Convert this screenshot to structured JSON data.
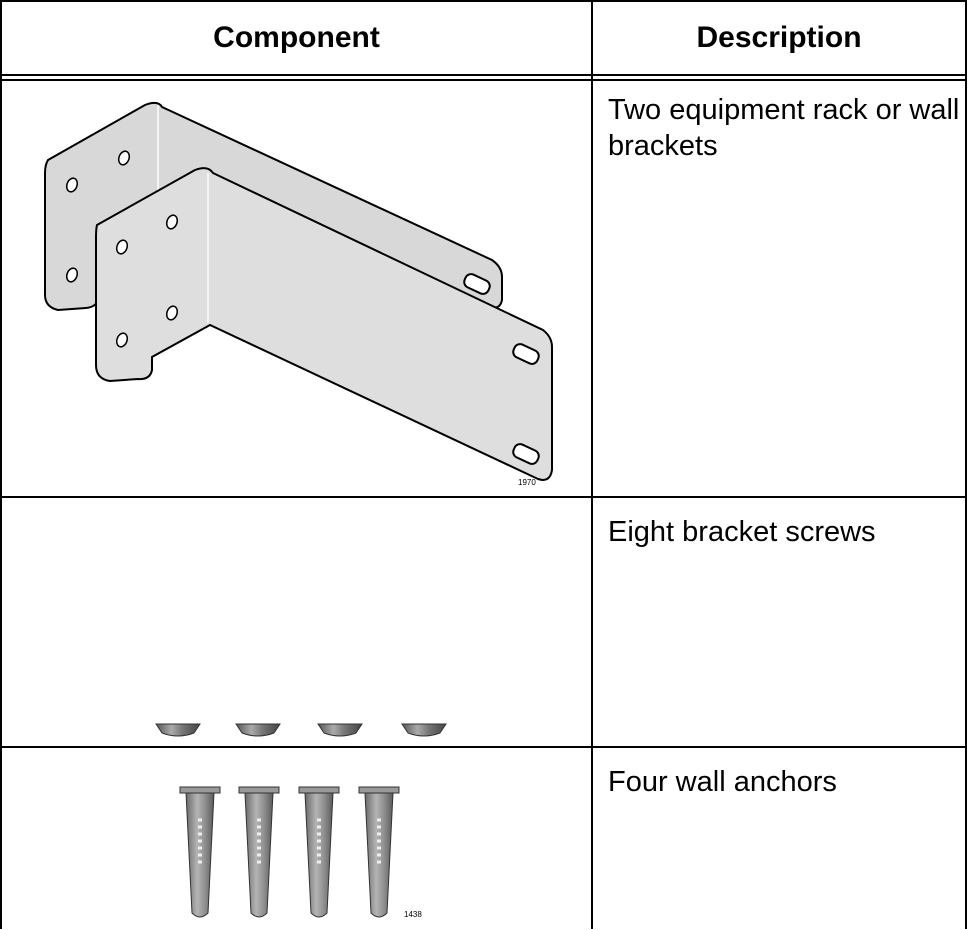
{
  "table": {
    "headers": {
      "component": "Component",
      "description": "Description"
    },
    "rows": [
      {
        "image": "brackets-illustration",
        "figure_number": "1970",
        "description": "Two equipment rack or wall brackets"
      },
      {
        "image": "bracket-screws-illustration",
        "figure_number": "",
        "description": "Eight bracket screws"
      },
      {
        "image": "wall-anchors-illustration",
        "figure_number": "1438",
        "description": "Four wall anchors"
      }
    ]
  }
}
